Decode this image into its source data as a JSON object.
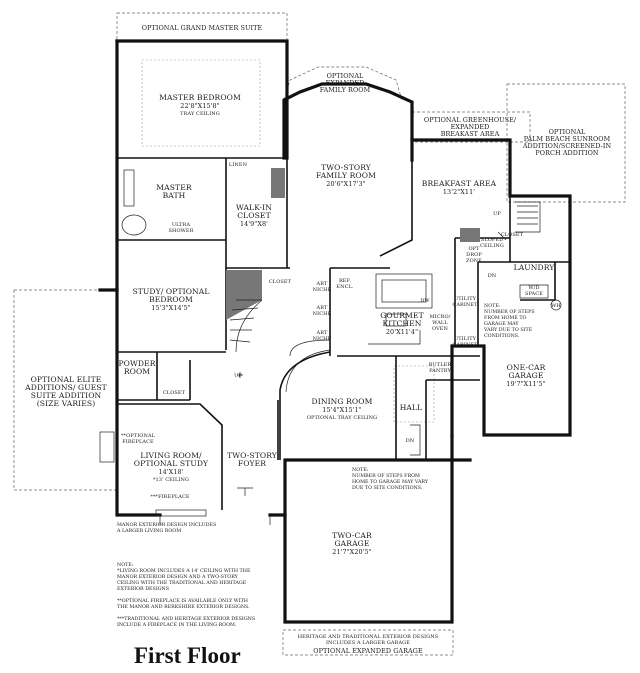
{
  "title": "First Floor",
  "rooms": {
    "grand_master": "OPTIONAL GRAND MASTER SUITE",
    "master_bed": [
      "MASTER BEDROOM",
      "22'8\"X15'8\"",
      "TRAY CEILING"
    ],
    "expanded_family": [
      "OPTIONAL",
      "EXPANDED",
      "FAMILY ROOM"
    ],
    "greenhouse": [
      "OPTIONAL GREENHOUSE/",
      "EXPANDED",
      "BREAKAST AREA"
    ],
    "sunroom": [
      "OPTIONAL",
      "PALM BEACH SUNROOM",
      "ADDITION/SCREENED-IN",
      "PORCH ADDITION"
    ],
    "family": [
      "TWO-STORY",
      "FAMILY ROOM",
      "20'6\"X17'3\""
    ],
    "breakfast": [
      "BREAKFAST AREA",
      "13'2\"X11'"
    ],
    "linen": "LINEN",
    "master_bath": [
      "MASTER",
      "BATH"
    ],
    "ultra_shower": [
      "ULTRA",
      "SHOWER"
    ],
    "walkin": [
      "WALK-IN",
      "CLOSET",
      "14'9\"X8'"
    ],
    "sloped": [
      "SLOPED",
      "CEILING"
    ],
    "closet": "CLOSET",
    "opt_drop": [
      "OPT",
      "DROP",
      "ZONE"
    ],
    "up": "UP",
    "dn": "DN",
    "laundry": "LAUNDRY",
    "wd": [
      "W/D",
      "SPACE"
    ],
    "wh": "WH",
    "study": [
      "STUDY/ OPTIONAL",
      "BEDROOM",
      "15'3\"X14'5\""
    ],
    "art_niche": [
      "ART",
      "NICHE"
    ],
    "ref_encl": [
      "REF.",
      "ENCL."
    ],
    "dw": "DW",
    "utility_cabinet": [
      "UTILITY",
      "CABINET"
    ],
    "micro": [
      "MICRO/",
      "WALL",
      "OVEN"
    ],
    "kitchen": [
      "GOURMET",
      "KITCHEN",
      "20'X11'4\""
    ],
    "garage_note": [
      "NOTE:",
      "NUMBER OF STEPS",
      "FROM HOME TO",
      "GARAGE MAY",
      "VARY DUE TO SITE",
      "CONDITIONS."
    ],
    "one_car": [
      "ONE-CAR",
      "GARAGE",
      "19'7\"X11'5\""
    ],
    "powder": [
      "POWDER",
      "ROOM"
    ],
    "butler": [
      "BUTLER",
      "PANTRY"
    ],
    "elite": [
      "OPTIONAL ELITE",
      "ADDITIONS/ GUEST",
      "SUITE ADDITION",
      "(SIZE VARIES)"
    ],
    "dining": [
      "DINING ROOM",
      "15'4\"X15'1\"",
      "OPTIONAL TRAY CEILING"
    ],
    "hall": "HALL",
    "opt_fireplace": [
      "**OPTIONAL",
      "FIREPLACE"
    ],
    "living": [
      "LIVING ROOM/",
      "OPTIONAL STUDY",
      "14'X18'",
      "*13' CEILING"
    ],
    "foyer": [
      "TWO-STORY",
      "FOYER"
    ],
    "fireplace": "***FIREPLACE",
    "steps_note": [
      "NOTE:",
      "NUMBER OF STEPS FROM",
      "HOME TO GARAGE MAY VARY",
      "DUE TO SITE CONDITIONS."
    ],
    "manor": [
      "MANOR EXTERIOR DESIGN INCLUDES",
      "A LARGER LIVING ROOM"
    ],
    "two_car": [
      "TWO-CAR",
      "GARAGE",
      "21'7\"X20'5\""
    ],
    "heritage_note": [
      "HERITAGE AND TRADITIONAL EXTERIOR DESIGNS",
      "INCLUDES A LARGER GARAGE"
    ],
    "expanded_garage": "OPTIONAL EXPANDED GARAGE"
  },
  "notes": [
    "NOTE:",
    "*LIVING ROOM INCLUDES A 14' CEILING WITH THE",
    "MANOR EXTERIOR DESIGN AND A TWO-STORY",
    "CEILING WITH THE TRADITIONAL AND HERITAGE",
    "EXTERIOR DESIGNS",
    "",
    "**OPTIONAL FIREPLACE IS AVAILABLE ONLY WITH",
    "THE MANOR AND BERKSHIRE EXTERIOR DESIGNS.",
    "",
    "***TRADITIONAL AND HERITAGE EXTERIOR DESIGNS",
    "INCLUDE A FIREPLACE IN THE LIVING ROOM."
  ]
}
